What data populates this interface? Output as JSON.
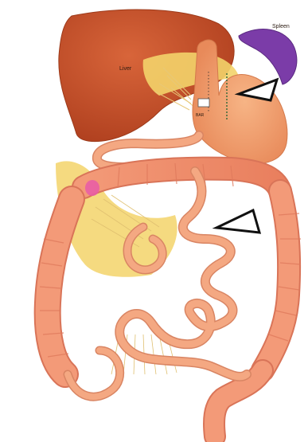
{
  "labels": {
    "liver": "Liver",
    "spleen": "Spleen",
    "stomach_small": "BAR"
  },
  "colors": {
    "liver": "#c8502a",
    "stomach": "#f2a070",
    "intestine": "#f4a882",
    "intestine_outline": "#d98563",
    "colon": "#f08c6c",
    "spleen": "#7b3ca8",
    "fat": "#f3d36a",
    "vessels": "#e8c878",
    "pink_marker": "#e85aa8",
    "arrow_fill": "#ffffff",
    "arrow_stroke": "#111111"
  },
  "markers": {
    "arrow_count": 2,
    "arrow_shape": "open-triangle"
  }
}
